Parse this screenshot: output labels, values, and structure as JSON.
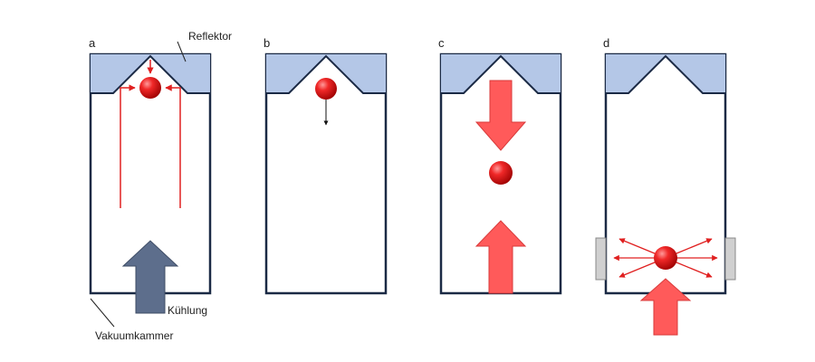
{
  "panels": [
    {
      "letter": "a"
    },
    {
      "letter": "b"
    },
    {
      "letter": "c"
    },
    {
      "letter": "d"
    }
  ],
  "labels": {
    "reflector": "Reflektor",
    "cooling": "Kühlung",
    "vacuum_chamber": "Vakuumkammer"
  },
  "colors": {
    "chamber_outline": "#1b2a45",
    "reflector_fill": "#b4c7e7",
    "sphere": "#e02020",
    "beam": "#e02020",
    "pressure_arrow": "#ff5a5a",
    "cooling_arrow": "#5d6e8c",
    "detector_pad": "#d0d0d0"
  }
}
